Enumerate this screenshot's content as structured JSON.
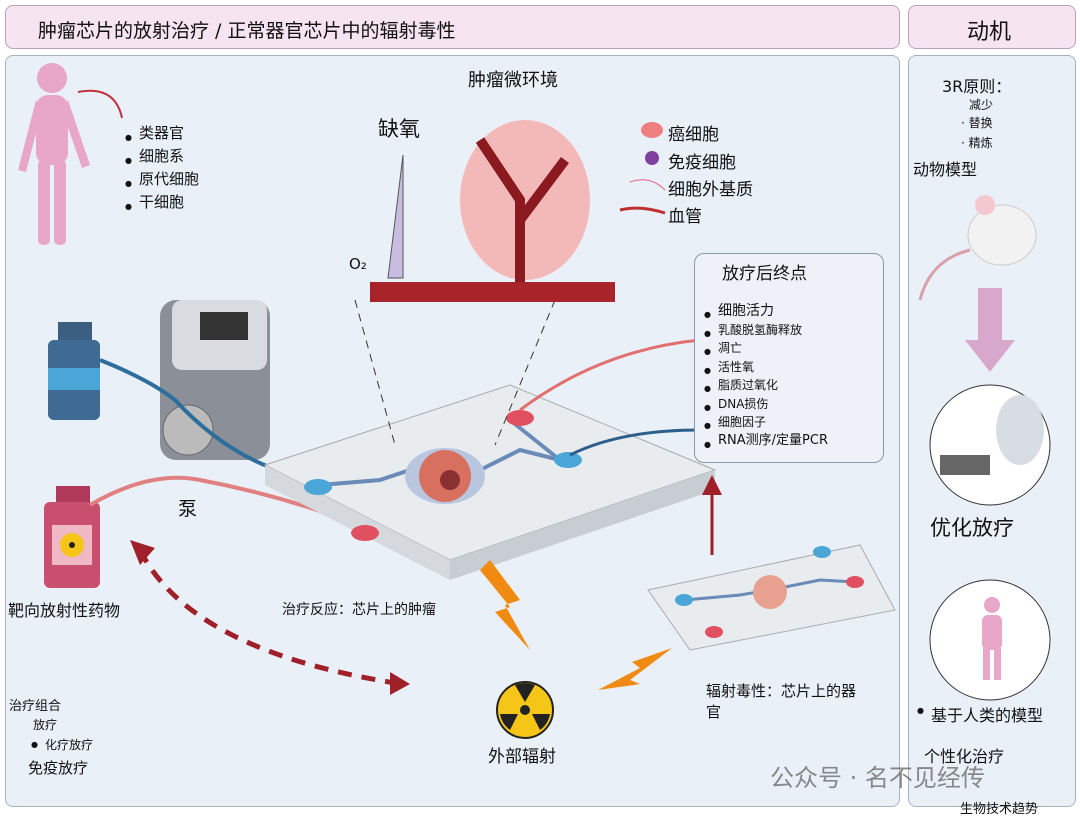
{
  "header": {
    "title": "肿瘤芯片的放射治疗 / 正常器官芯片中的辐射毒性",
    "right_title": "动机"
  },
  "left": {
    "models": [
      "类器官",
      "细胞系",
      "原代细胞",
      "干细胞"
    ],
    "pump": "泵",
    "drug": "靶向放射性药物",
    "combo_title": "治疗组合",
    "combo_items": [
      "放疗",
      "化疗放疗"
    ],
    "immuno": "免疫放疗"
  },
  "tme": {
    "title": "肿瘤微环境",
    "hypoxia": "缺氧",
    "o2": "O₂",
    "legend": [
      "癌细胞",
      "免疫细胞",
      "细胞外基质",
      "血管"
    ]
  },
  "endpoints": {
    "title": "放疗后终点",
    "items": [
      "细胞活力",
      "乳酸脱氢酶释放",
      "凋亡",
      "活性氧",
      "脂质过氧化",
      "DNA损伤",
      "细胞因子",
      "RNA测序/定量PCR"
    ]
  },
  "chips": {
    "tumor": "治疗反应：芯片上的肿瘤",
    "organ": "辐射毒性：芯片上的器官",
    "external": "外部辐射"
  },
  "motivation": {
    "rule": "3R原则：",
    "rule_items": [
      "减少",
      "替换",
      "精炼"
    ],
    "animal": "动物模型",
    "optimize": "优化放疗",
    "human_model": "基于人类的模型",
    "personalized": "个性化治疗"
  },
  "watermark": {
    "text": "公众号 · 名不见经传",
    "source": "生物技术趋势"
  },
  "colors": {
    "header": "#f6e4f0",
    "panel": "#eaf0f8",
    "tumor": "#c0505a",
    "arrow": "#a0202a",
    "radiation": "#f08a10"
  }
}
